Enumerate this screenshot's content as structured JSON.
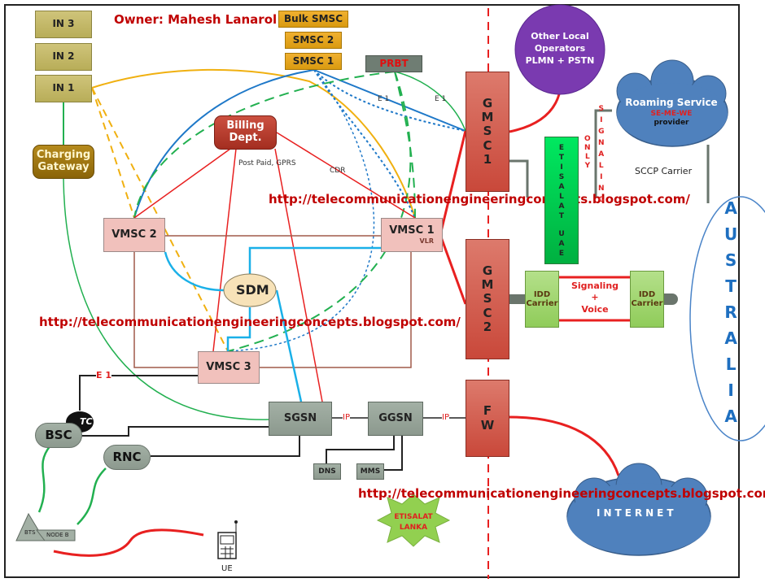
{
  "owner": "Owner: Mahesh Lanarol",
  "url_text": "http://telecommunicationengineeringconcepts.blogspot.com/",
  "nodes": {
    "in3": "IN 3",
    "in2": "IN 2",
    "in1": "IN 1",
    "charging_gateway": [
      "Charging",
      "Gateway"
    ],
    "bulk_smsc": "Bulk SMSC",
    "smsc2": "SMSC 2",
    "smsc1": "SMSC 1",
    "prbt": "PRBT",
    "billing": [
      "Billing",
      "Dept."
    ],
    "vmsc2": "VMSC 2",
    "vmsc1": "VMSC 1",
    "vlr": "VLR",
    "vmsc3": "VMSC 3",
    "sdm": "SDM",
    "gmsc1": [
      "G",
      "M",
      "S",
      "C",
      "1"
    ],
    "gmsc2": [
      "G",
      "M",
      "S",
      "C",
      "2"
    ],
    "fw": [
      "F",
      "W"
    ],
    "sgsn": "SGSN",
    "ggsn": "GGSN",
    "dns": "DNS",
    "mms": "MMS",
    "bsc": "BSC",
    "tc": "TC",
    "rnc": "RNC",
    "bts": "BTS",
    "node_b": "NODE B",
    "ue": "UE",
    "other_operators": [
      "Other Local",
      "Operators",
      "PLMN + PSTN"
    ],
    "roaming": [
      "Roaming Service",
      "SE-ME-WE",
      "provider"
    ],
    "etisalat_uae": [
      "E",
      "T",
      "I",
      "S",
      "A",
      "L",
      "A",
      "T",
      "",
      "U",
      "A",
      "E"
    ],
    "idd_carrier": [
      "IDD",
      "Carrier"
    ],
    "internet": "INTERNET",
    "etisalat_lanka": [
      "ETISALAT",
      "LANKA"
    ],
    "australia": [
      "A",
      "U",
      "S",
      "T",
      "R",
      "A",
      "L",
      "I",
      "A"
    ]
  },
  "link_labels": {
    "post_paid": "Post Paid, GPRS",
    "cdr": "CDR",
    "e1_a": "E 1",
    "e1_b": "E 1",
    "e1_bsc": "E 1",
    "ip_a": "IP",
    "ip_b": "IP",
    "only": [
      "O",
      "N",
      "L",
      "Y"
    ],
    "signaling": [
      "S",
      "I",
      "G",
      "N",
      "A",
      "L",
      "I",
      "N",
      "G"
    ],
    "sccp": "SCCP Carrier",
    "sig_voice": [
      "Signaling",
      "+",
      "Voice"
    ]
  },
  "colors": {
    "url": "#c00000",
    "owner": "#c00000",
    "australia": "#1e6fc0"
  }
}
